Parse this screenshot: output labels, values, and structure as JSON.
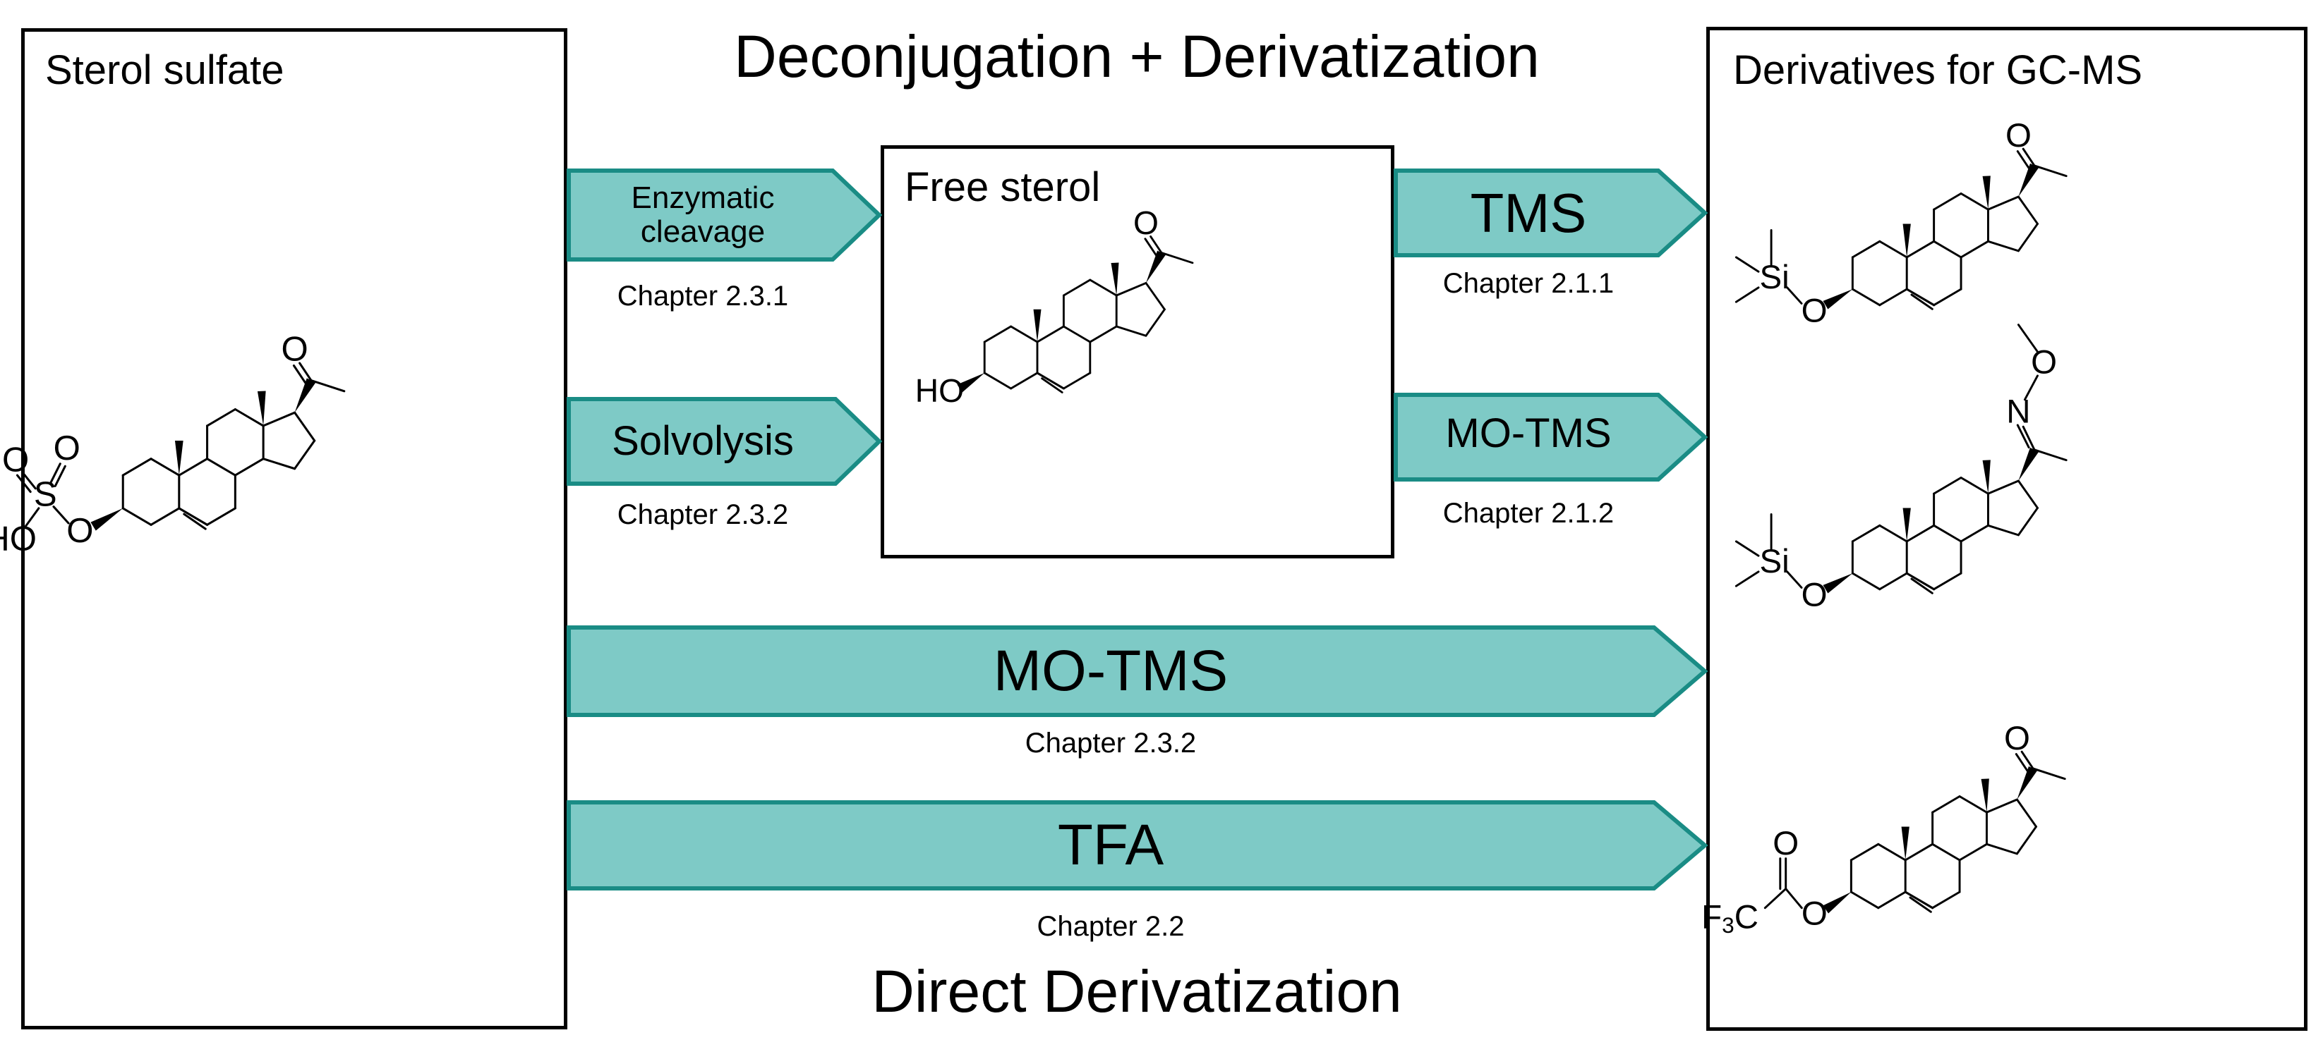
{
  "headings": {
    "top": "Deconjugation + Derivatization",
    "bottom": "Direct Derivatization"
  },
  "boxes": {
    "sterol_sulfate": "Sterol sulfate",
    "free_sterol": "Free sterol",
    "derivatives": "Derivatives for GC-MS"
  },
  "arrows": {
    "enzymatic": {
      "line1": "Enzymatic",
      "line2": "cleavage",
      "chapter": "Chapter 2.3.1"
    },
    "solvolysis": {
      "label": "Solvolysis",
      "chapter": "Chapter 2.3.2"
    },
    "tms": {
      "label": "TMS",
      "chapter": "Chapter 2.1.1"
    },
    "mo_tms_small": {
      "label": "MO-TMS",
      "chapter": "Chapter 2.1.2"
    },
    "mo_tms_direct": {
      "label": "MO-TMS",
      "chapter": "Chapter 2.3.2"
    },
    "tfa_direct": {
      "label": "TFA",
      "chapter": "Chapter 2.2"
    }
  },
  "atoms": {
    "oxygen": "O",
    "hydroxyl": "HO",
    "sulfur": "S",
    "silicon": "Si",
    "nitrogen": "N",
    "fluorine_carbon": "F",
    "fluorine_subscript": "3",
    "carbon": "C"
  },
  "colors": {
    "arrow_fill": "#7ECAC6",
    "arrow_stroke": "#1A8C85",
    "border": "#000000"
  }
}
